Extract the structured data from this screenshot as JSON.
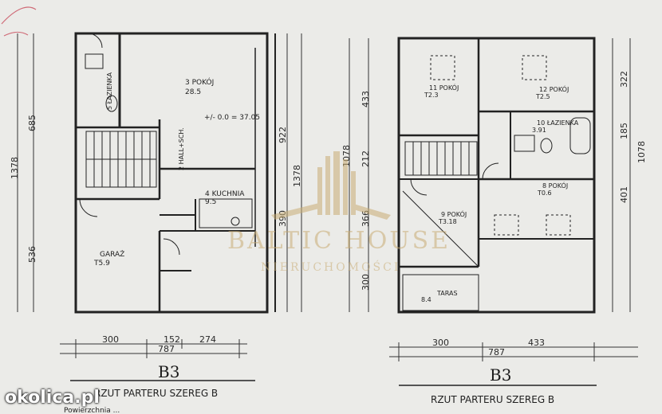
{
  "watermark": {
    "brand": "BALTIC HOUSE",
    "sub": "NIERUCHOMOŚCI"
  },
  "source_badge": "okolica.pl",
  "left_plan": {
    "code": "B3",
    "title": "RZUT PARTERU SZEREG B",
    "subtitle": "Powierzchnia ...",
    "rooms": [
      {
        "num": "3",
        "name": "POKÓJ",
        "area": "28.5"
      },
      {
        "num": "5",
        "name": "ŁAZIENKA",
        "area": ""
      },
      {
        "num": "4",
        "name": "KUCHNIA",
        "area": "9.5"
      },
      {
        "num": "2",
        "name": "HALL+SCH.",
        "area": ""
      },
      {
        "num": "",
        "name": "GARAŻ",
        "area": "T5.9"
      }
    ],
    "level": "+/- 0.0 = 37.05",
    "horiz_dims": [
      "300",
      "152",
      "274"
    ],
    "total_width": "787",
    "left_dims": [
      "685",
      "1378",
      "536"
    ],
    "right_dims": [
      "922",
      "1378",
      "390"
    ]
  },
  "right_plan": {
    "code": "B3",
    "title": "RZUT PARTERU SZEREG B",
    "rooms": [
      {
        "num": "11",
        "name": "POKÓJ",
        "area": "T2.3"
      },
      {
        "num": "12",
        "name": "POKÓJ",
        "area": "T2.5"
      },
      {
        "num": "10",
        "name": "ŁAZIENKA",
        "area": "3.91"
      },
      {
        "num": "8",
        "name": "POKÓJ",
        "area": "T0.6"
      },
      {
        "num": "9",
        "name": "POKÓJ",
        "area": "T3.18"
      },
      {
        "num": "",
        "name": "TARAS",
        "area": "8.4"
      }
    ],
    "horiz_dims": [
      "300",
      "433"
    ],
    "total_width": "787",
    "left_dims": [
      "433",
      "1078",
      "212",
      "366",
      "300"
    ],
    "right_dims": [
      "322",
      "185",
      "1078",
      "401"
    ]
  }
}
